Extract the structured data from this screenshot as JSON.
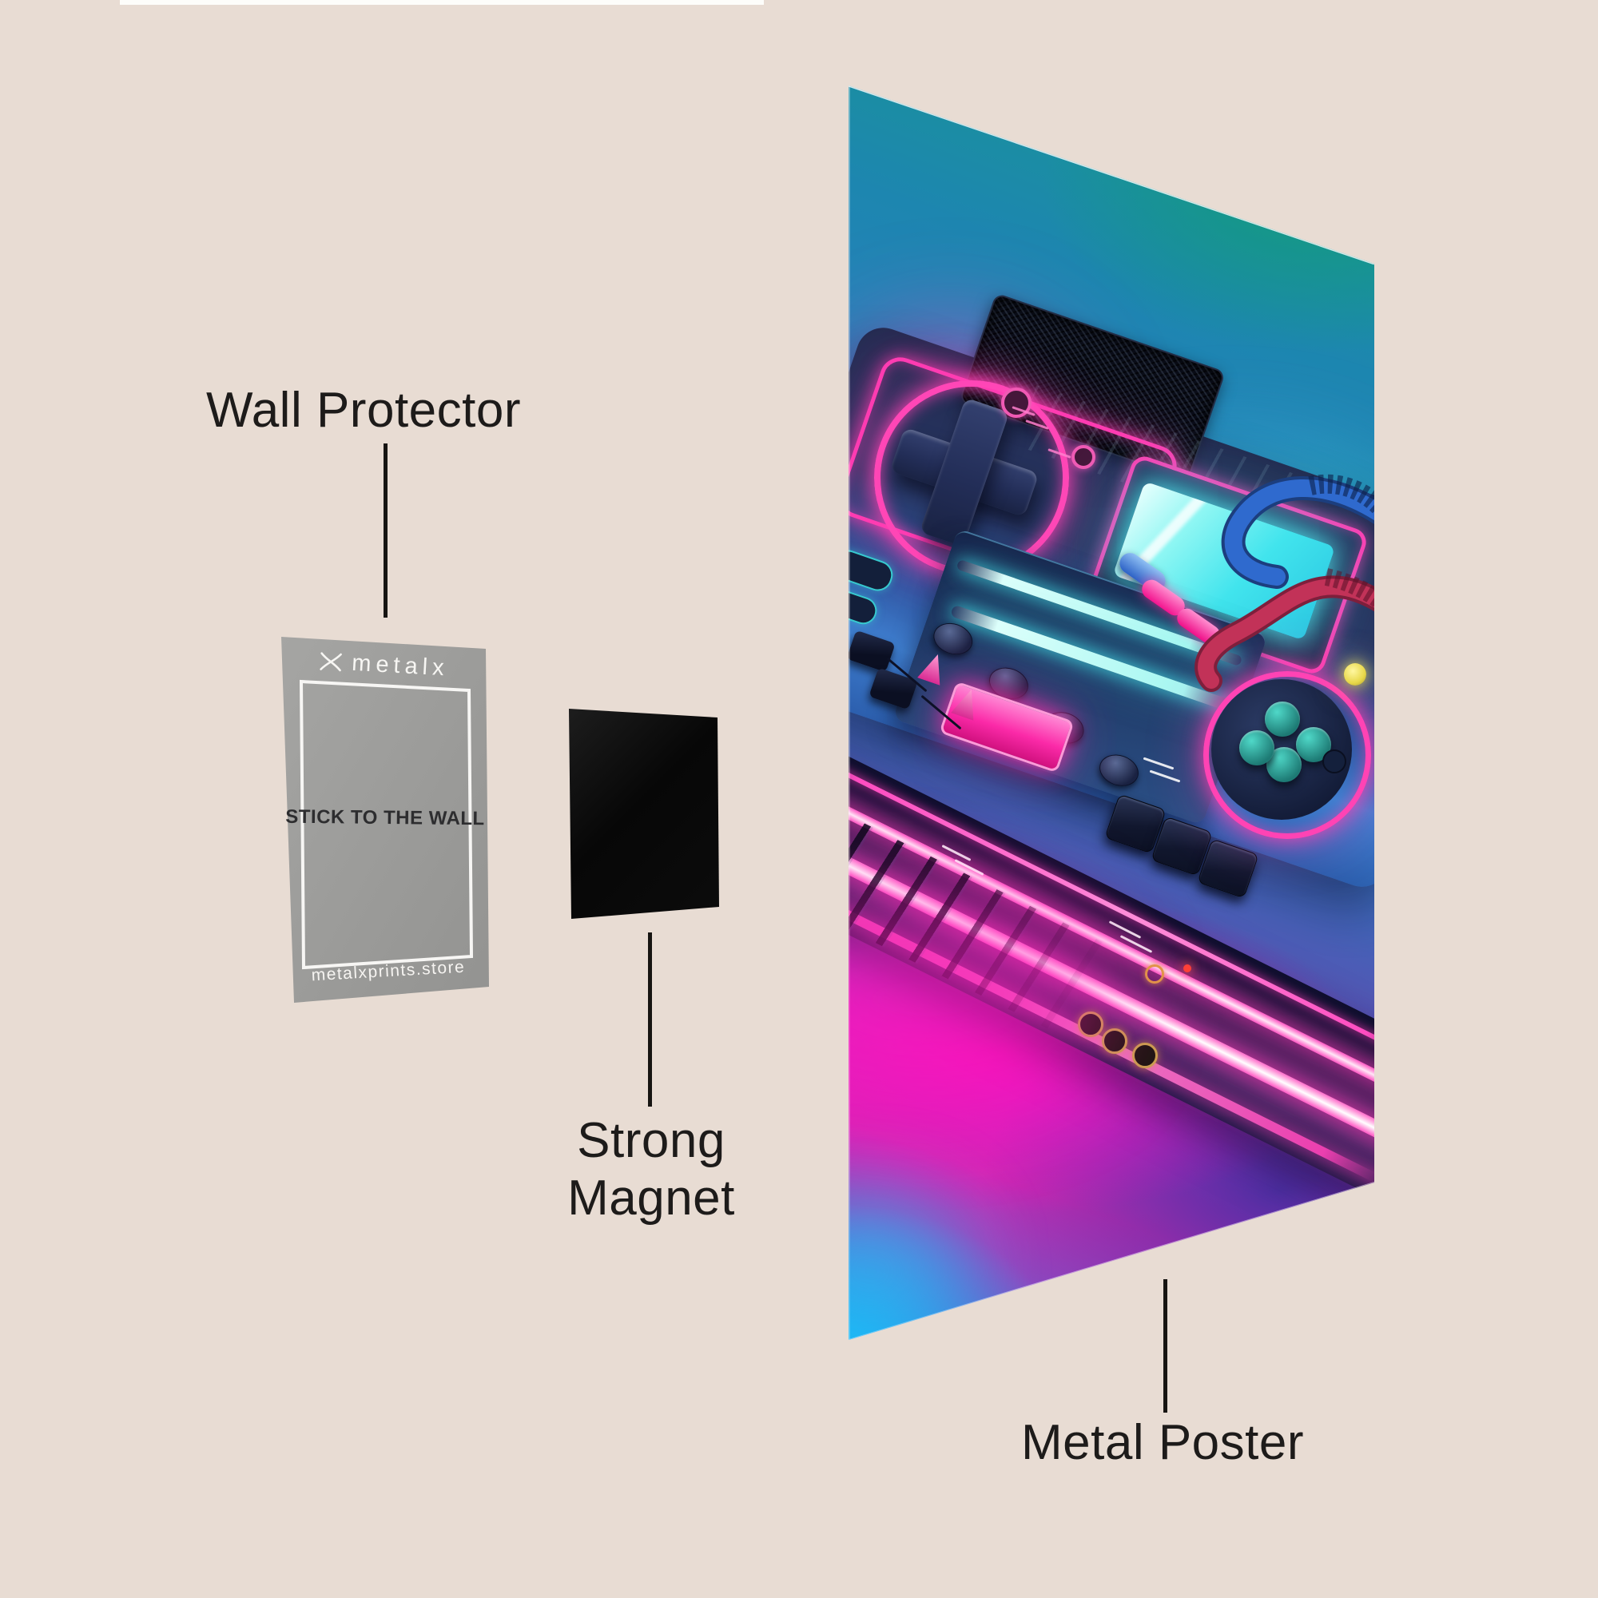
{
  "annotations": {
    "wall_protector": {
      "label": "Wall Protector"
    },
    "strong_magnet": {
      "label": "Strong Magnet"
    },
    "metal_poster": {
      "label": "Metal Poster"
    }
  },
  "wall_protector_card": {
    "brand": "metalx",
    "sticker_text": "STICK TO THE WALL",
    "website": "metalxprints.store"
  },
  "icons": {
    "brand_logo": "metalx-logo-icon",
    "poster_motifs": [
      "dpad-cross-icon",
      "speaker-grille",
      "neon-ring",
      "lcd-screen",
      "control-pad",
      "cables"
    ]
  },
  "colors": {
    "page_background": "#e8dcd3",
    "label_text": "#1d1b1a",
    "card_gray": "#9c9c9a",
    "magnet_black": "#0c0c0c",
    "neon_pink": "#ff3cb2",
    "neon_cyan": "#3fe3ec",
    "poster_teal": "#17a08b",
    "poster_blue": "#2b7fc2",
    "poster_magenta": "#cc2bb4"
  }
}
